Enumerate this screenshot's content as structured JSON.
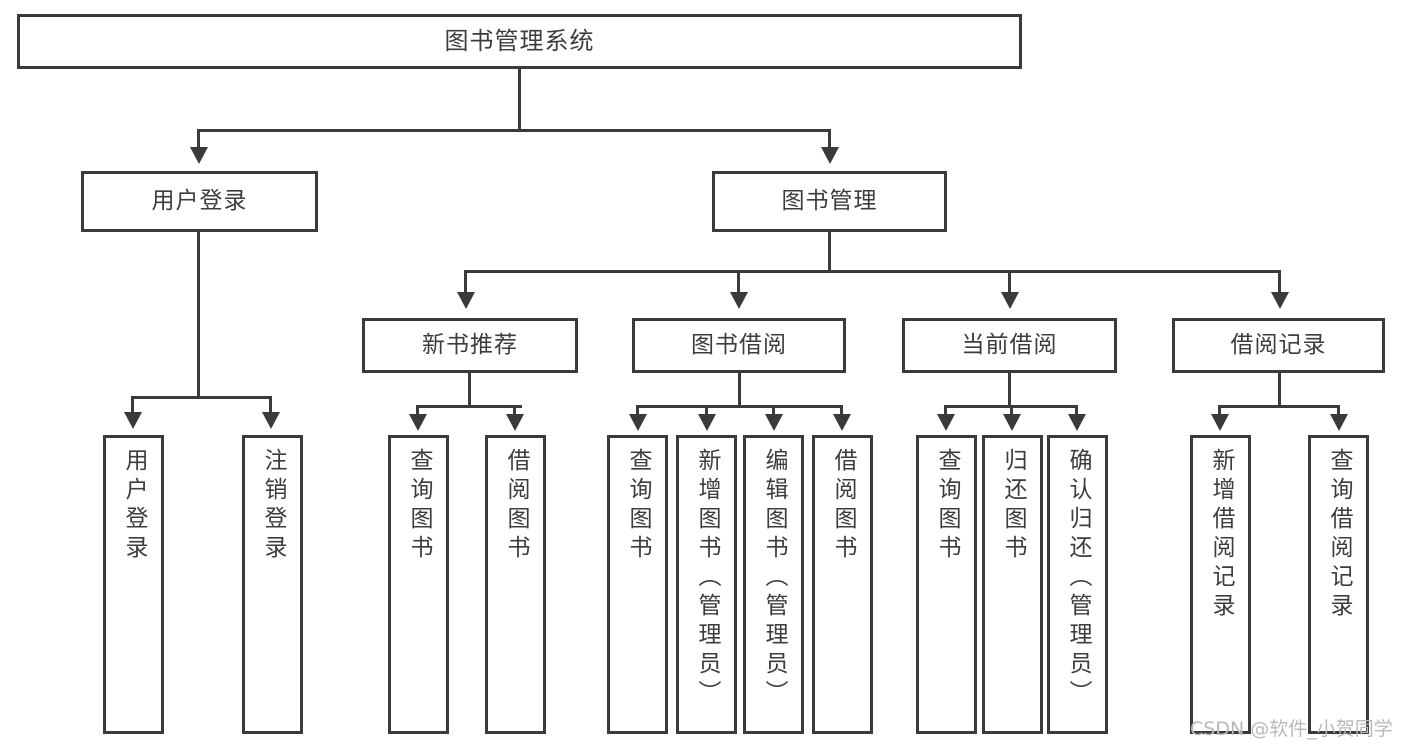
{
  "diagram": {
    "title": "图书管理系统",
    "type": "tree",
    "root": {
      "id": "root",
      "label": "图书管理系统"
    },
    "level2": [
      {
        "id": "user-login",
        "label": "用户登录"
      },
      {
        "id": "book-manage",
        "label": "图书管理"
      }
    ],
    "level3": [
      {
        "id": "new-book-rec",
        "label": "新书推荐",
        "parent": "book-manage"
      },
      {
        "id": "book-borrow",
        "label": "图书借阅",
        "parent": "book-manage"
      },
      {
        "id": "current-borrow",
        "label": "当前借阅",
        "parent": "book-manage"
      },
      {
        "id": "borrow-record",
        "label": "借阅记录",
        "parent": "book-manage"
      }
    ],
    "leaves": [
      {
        "id": "leaf-user-login",
        "label": "用户登录",
        "parent": "user-login"
      },
      {
        "id": "leaf-user-logout",
        "label": "注销登录",
        "parent": "user-login"
      },
      {
        "id": "leaf-query-book-1",
        "label": "查询图书",
        "parent": "new-book-rec"
      },
      {
        "id": "leaf-borrow-book-1",
        "label": "借阅图书",
        "parent": "new-book-rec"
      },
      {
        "id": "leaf-query-book-2",
        "label": "查询图书",
        "parent": "book-borrow"
      },
      {
        "id": "leaf-add-book",
        "label": "新增图书（管理员）",
        "parent": "book-borrow"
      },
      {
        "id": "leaf-edit-book",
        "label": "编辑图书（管理员）",
        "parent": "book-borrow"
      },
      {
        "id": "leaf-borrow-book-2",
        "label": "借阅图书",
        "parent": "book-borrow"
      },
      {
        "id": "leaf-query-book-3",
        "label": "查询图书",
        "parent": "current-borrow"
      },
      {
        "id": "leaf-return-book",
        "label": "归还图书",
        "parent": "current-borrow"
      },
      {
        "id": "leaf-confirm-return",
        "label": "确认归还（管理员）",
        "parent": "current-borrow"
      },
      {
        "id": "leaf-add-record",
        "label": "新增借阅记录",
        "parent": "borrow-record"
      },
      {
        "id": "leaf-query-record",
        "label": "查询借阅记录",
        "parent": "borrow-record"
      }
    ]
  },
  "watermark": {
    "text": "CSDN @软件_小贺同学"
  },
  "colors": {
    "stroke": "#3a3a3a",
    "text": "#3d3d3d",
    "background": "#ffffff",
    "watermark": "#b9b9b9"
  }
}
